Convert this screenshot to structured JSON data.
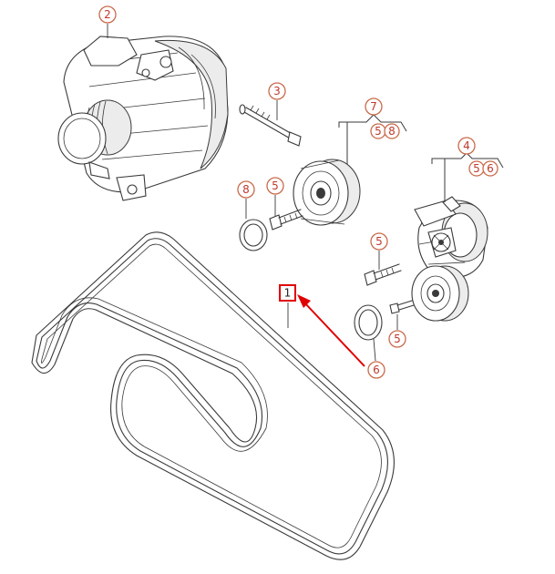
{
  "callouts": {
    "c2": "2",
    "c3": "3",
    "c7": "7",
    "c7_sub_a": "5",
    "c7_sub_b": "8",
    "c4": "4",
    "c4_sub_a": "5",
    "c4_sub_b": "6",
    "c8": "8",
    "c5_bolt_upper": "5",
    "c5_bolt_lower": "5",
    "c5_small_bolt": "5",
    "c6": "6"
  },
  "highlight": {
    "label": "1",
    "color": "#e00000"
  }
}
